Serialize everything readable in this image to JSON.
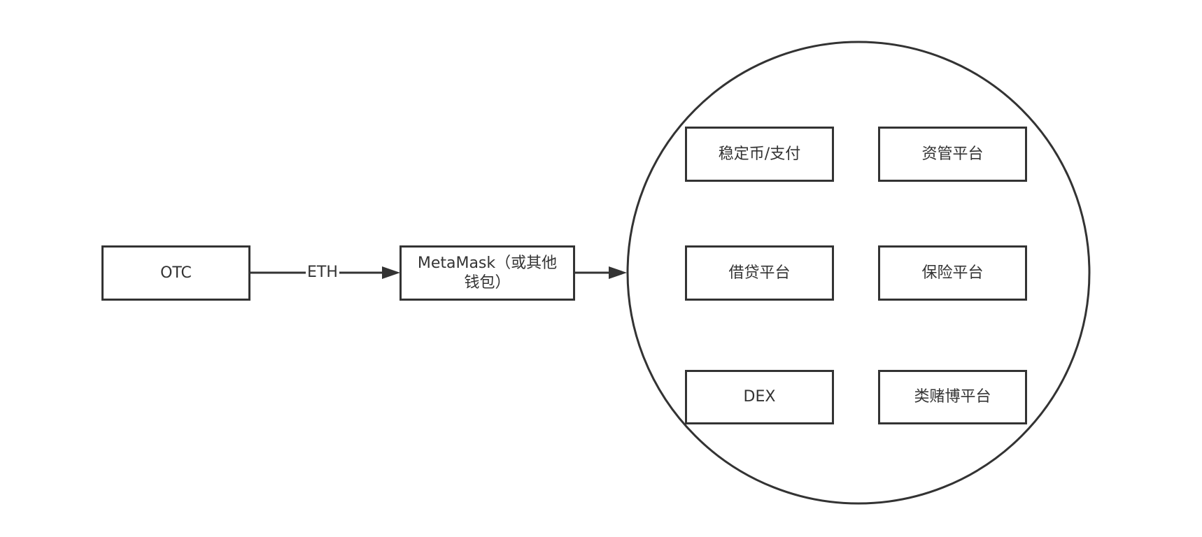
{
  "diagram": {
    "stroke_color": "#333333",
    "background": "#ffffff",
    "nodes": {
      "otc": "OTC",
      "wallet": "MetaMask（或其他钱包）",
      "stablecoin": "稳定币/支付",
      "asset_mgmt": "资管平台",
      "lending": "借贷平台",
      "insurance": "保险平台",
      "dex": "DEX",
      "gambling": "类赌博平台"
    },
    "edges": [
      {
        "from": "otc",
        "to": "wallet",
        "label": "ETH"
      },
      {
        "from": "wallet",
        "to": "defi-ecosystem",
        "label": ""
      }
    ],
    "group": {
      "shape": "ellipse",
      "members": [
        "stablecoin",
        "asset_mgmt",
        "lending",
        "insurance",
        "dex",
        "gambling"
      ]
    }
  }
}
